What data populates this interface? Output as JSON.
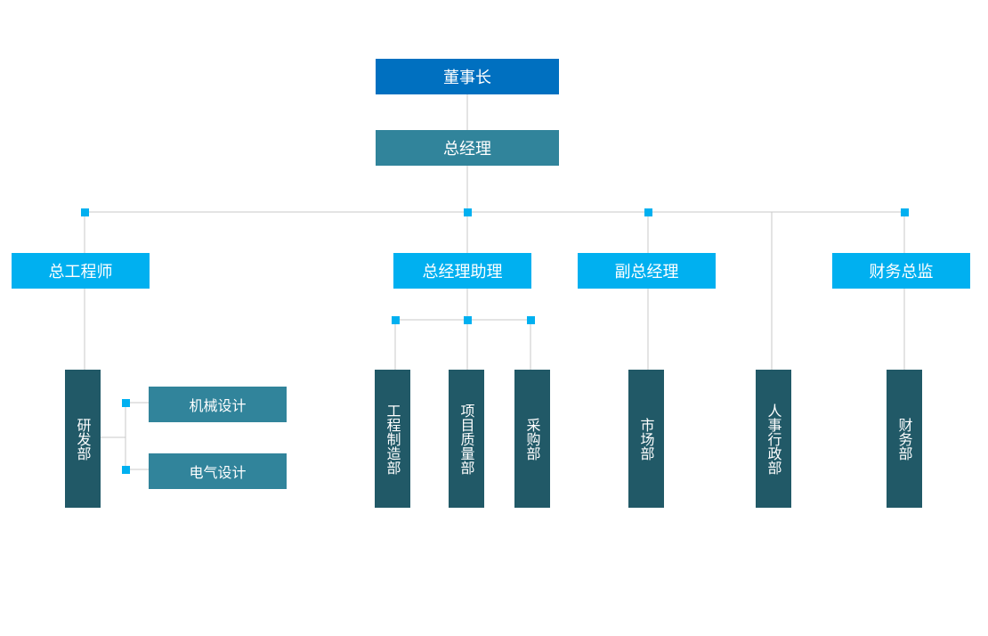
{
  "chart": {
    "chairman": "董事长",
    "general_manager": "总经理",
    "level2": {
      "chief_engineer": "总工程师",
      "gm_assistant": "总经理助理",
      "deputy_gm": "副总经理",
      "cfo": "财务总监"
    },
    "rd": {
      "dept": "研发部",
      "sub": [
        "机械设计",
        "电气设计"
      ]
    },
    "assistant_depts": [
      "工程制造部",
      "项目质量部",
      "采购部"
    ],
    "market_dept": "市场部",
    "hr_dept": "人事行政部",
    "finance_dept": "财务部"
  },
  "colors": {
    "chairman": "#0070c0",
    "general_manager": "#31849b",
    "level2": "#00b0f0",
    "dept": "#215967",
    "connector": "#bfbfbf",
    "node": "#00b0f0"
  }
}
